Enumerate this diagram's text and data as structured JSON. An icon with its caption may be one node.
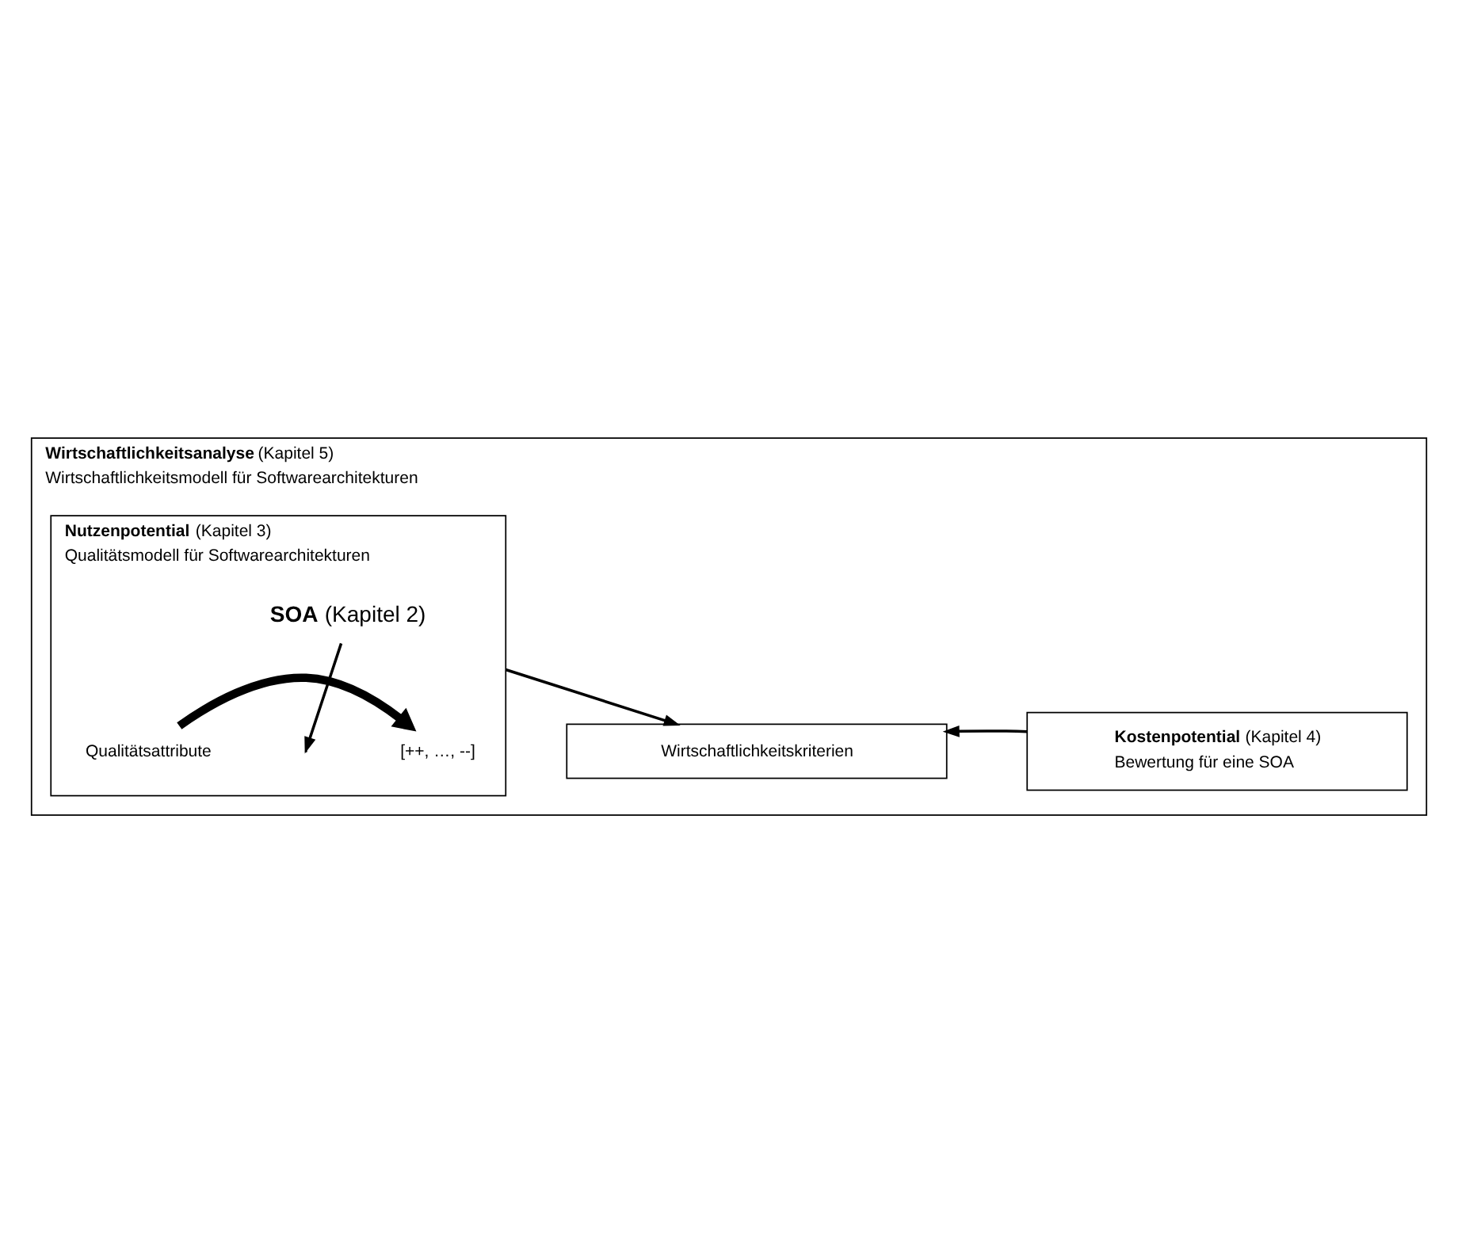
{
  "diagram": {
    "nodes": [
      {
        "text": [
          "**Wirtschaftlichkeitsanalyse** (Kapitel 5)",
          "Wirtschaftlichkeitsmodell für Softwarearchitekturen"
        ]
      },
      {
        "text": [
          "**Nutzenpotential** (Kapitel 3)",
          "Qualitätsmodell für Softwarearchitekturen"
        ],
        "in": 0
      },
      {
        "text": [
          "**SOA** (Kapitel 2)"
        ],
        "in": 1
      },
      {
        "text": [
          "Qualitätsattribute"
        ],
        "in": 1
      },
      {
        "text": [
          "[++, …, --]"
        ],
        "in": 1
      },
      {
        "text": [
          "Wirtschaftlichkeitskriterien"
        ],
        "in": 0
      },
      {
        "text": [
          "**Kostenpotential** (Kapitel 4)",
          "Bewertung für eine SOA"
        ],
        "in": 0
      }
    ],
    "edges": [
      {
        "from": 3,
        "to": 4,
        "arrow": "to",
        "style": "thick"
      },
      {
        "from": 2,
        "to": null,
        "arrow": "to"
      },
      {
        "from": 1,
        "to": 5,
        "arrow": "to"
      },
      {
        "from": 6,
        "to": 5,
        "arrow": "to"
      }
    ]
  }
}
